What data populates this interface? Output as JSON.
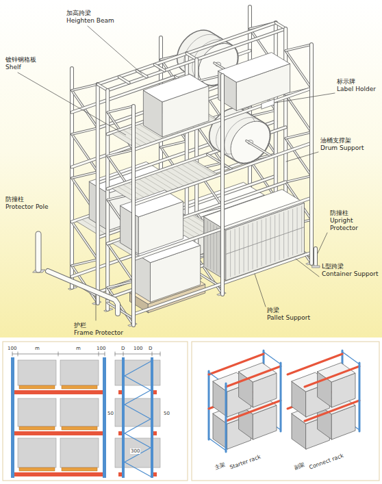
{
  "diagram": {
    "labels": [
      "加高跨梁",
      "Heighten Beam",
      "镀锌钢格板",
      "Shelf",
      "标示牌",
      "Label Holder",
      "油桶支撑架",
      "Drum Support",
      "防撞柱",
      "Protector Pole",
      "防撞柱",
      "Upright Protector",
      "L型跨梁",
      "Container Support",
      "跨梁",
      "Pallet Support",
      "护栏",
      "Frame Protector",
      "100",
      "m",
      "m",
      "100",
      "D",
      "100",
      "D",
      "50",
      "50",
      "300",
      "主架",
      "Starter rack",
      "副架",
      "Connect rack"
    ]
  }
}
